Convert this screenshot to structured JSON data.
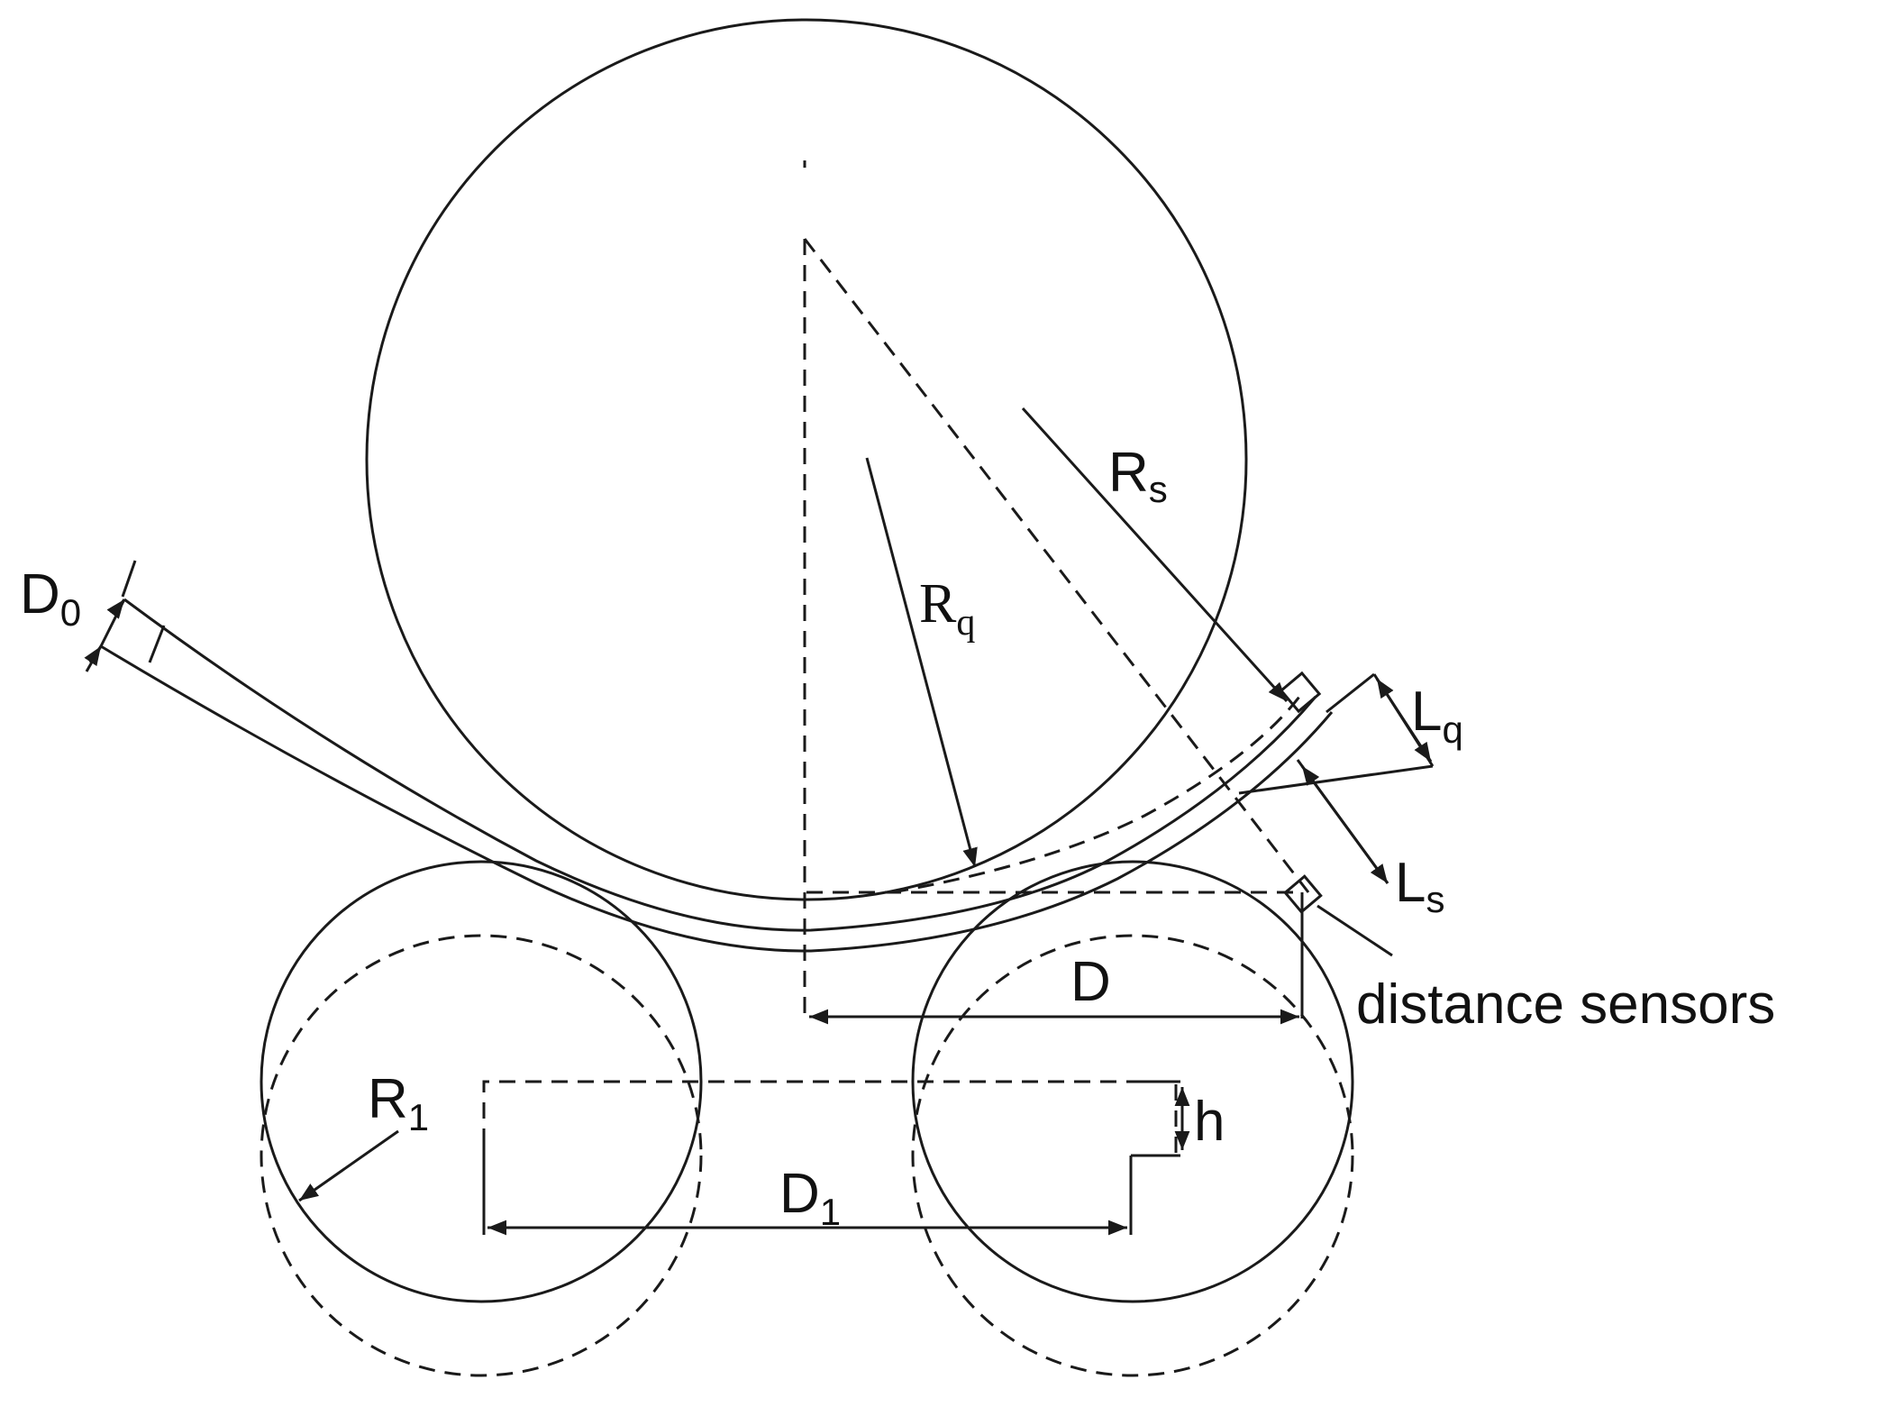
{
  "labels": {
    "d0": {
      "main": "D",
      "sub": "0"
    },
    "rs": {
      "main": "R",
      "sub": "s"
    },
    "rq": {
      "main": "R",
      "sub": "q"
    },
    "lq": {
      "main": "L",
      "sub": "q"
    },
    "ls": {
      "main": "L",
      "sub": "s"
    },
    "d": {
      "main": "D"
    },
    "r1": {
      "main": "R",
      "sub": "1"
    },
    "h": {
      "main": "h"
    },
    "d1": {
      "main": "D",
      "sub": "1"
    },
    "sensors": "distance sensors"
  },
  "colors": {
    "stroke": "#1a1a1a",
    "text": "#111111",
    "background": "#ffffff"
  }
}
